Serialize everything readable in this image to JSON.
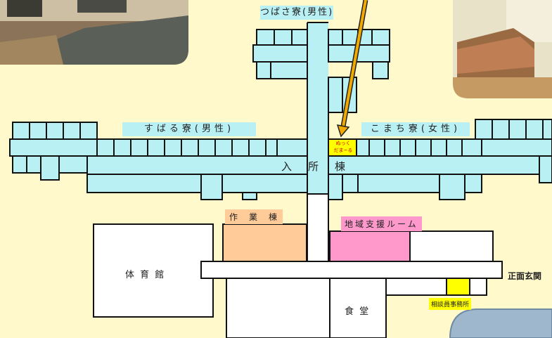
{
  "labels": {
    "tsubasa": "つばさ寮(男性)",
    "subaru": "すばる寮(男性)",
    "komachi": "こまち寮(女性)",
    "nyusho": "入　所　棟",
    "sagyo": "作　業　棟",
    "chiiki": "地域支援ルーム",
    "taiikukan": "体 育 館",
    "shokudo": "食 堂",
    "genkan": "正面玄関",
    "soudan": "相談員事務所",
    "nukkudama_1": "ぬっく",
    "nukkudama_2": "だま~る"
  },
  "colors": {
    "background": "#fff9cc",
    "building": "#b8f0f4",
    "outline": "#111111",
    "sagyo": "#ffcc99",
    "chiiki": "#ff99cc",
    "highlight": "#ffff00",
    "arrow": "#f2a900"
  }
}
